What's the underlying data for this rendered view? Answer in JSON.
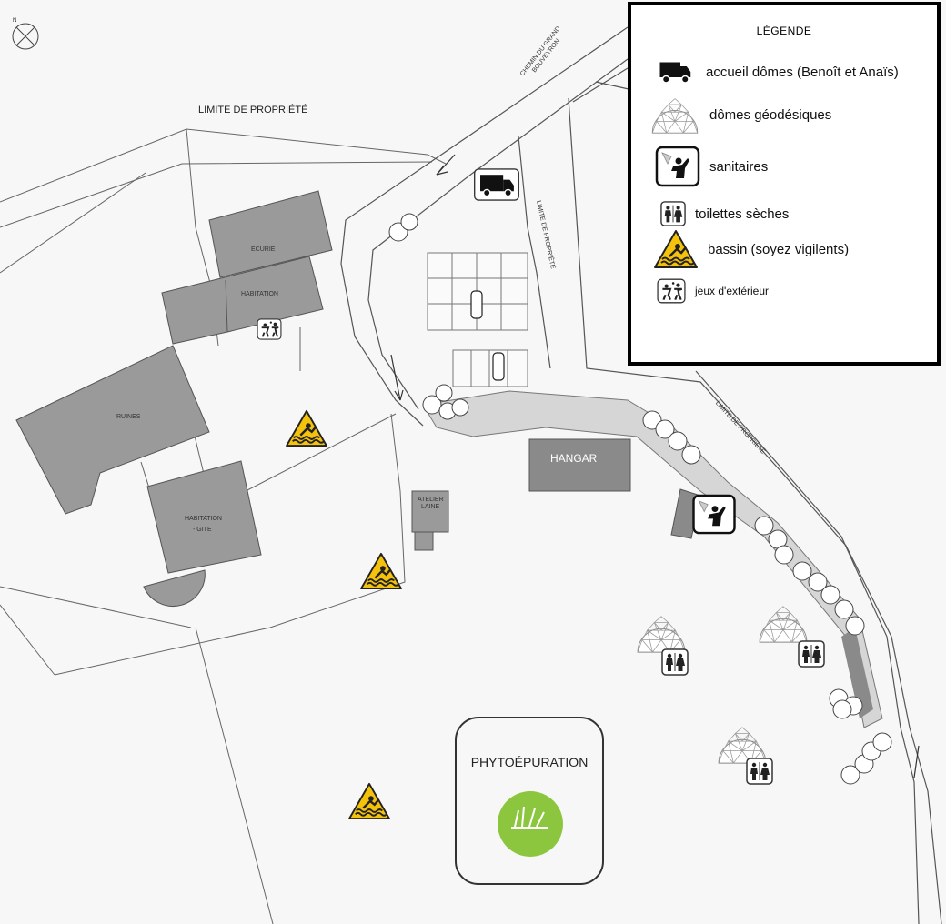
{
  "map": {
    "compass_label": "N",
    "property_limit_top": "LIMITE DE PROPRIÉTÉ",
    "property_limit_vertical": "LIMITE DE PROPRIÉTÉ",
    "property_limit_right": "LIMITE DE PROPRIÉTÉ",
    "road_name": "CHEMIN DU GRAND BOUVEYRON",
    "buildings": {
      "ecurie": "ECURIE",
      "habitation_1": "HABITATION",
      "ruines": "RUINES",
      "habitation_2": "HABITATION",
      "gite": "- GITE",
      "atelier_1": "ATELIER",
      "atelier_2": "LAINE",
      "hangar": "HANGAR"
    },
    "phyto_label": "PHYTOÉPURATION"
  },
  "legend": {
    "title": "LÉGENDE",
    "items": [
      {
        "icon": "truck-icon",
        "label": "accueil dômes (Benoît et Anaïs)"
      },
      {
        "icon": "dome-icon",
        "label": "dômes géodésiques"
      },
      {
        "icon": "shower-icon",
        "label": "sanitaires"
      },
      {
        "icon": "toilet-icon",
        "label": "toilettes sèches"
      },
      {
        "icon": "drowning-warning-icon",
        "label": "bassin (soyez vigilents)"
      },
      {
        "icon": "play-icon",
        "label": "jeux d'extérieur"
      }
    ]
  },
  "colors": {
    "building": "#9a9a9a",
    "line": "#555555",
    "warning": "#f4c20d",
    "phyto": "#8cc63f"
  }
}
